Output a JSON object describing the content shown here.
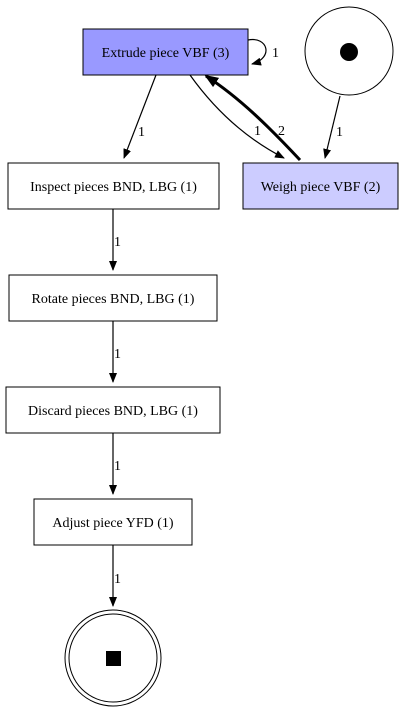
{
  "nodes": {
    "extrude": {
      "label": "Extrude piece VBF (3)",
      "fill": "#9999ff"
    },
    "weigh": {
      "label": "Weigh piece VBF (2)",
      "fill": "#ccccff"
    },
    "inspect": {
      "label": "Inspect pieces BND, LBG (1)",
      "fill": "#ffffff"
    },
    "rotate": {
      "label": "Rotate pieces BND, LBG (1)",
      "fill": "#ffffff"
    },
    "discard": {
      "label": "Discard pieces BND, LBG (1)",
      "fill": "#ffffff"
    },
    "adjust": {
      "label": "Adjust piece YFD (1)",
      "fill": "#ffffff"
    },
    "start": {
      "icon": "filled-circle-icon"
    },
    "end": {
      "icon": "filled-square-icon"
    }
  },
  "edges": {
    "extrude_self": {
      "label": "1"
    },
    "extrude_inspect": {
      "label": "1"
    },
    "extrude_weigh": {
      "label": "1"
    },
    "weigh_extrude": {
      "label": "2"
    },
    "start_weigh": {
      "label": "1"
    },
    "inspect_rotate": {
      "label": "1"
    },
    "rotate_discard": {
      "label": "1"
    },
    "discard_adjust": {
      "label": "1"
    },
    "adjust_end": {
      "label": "1"
    }
  }
}
